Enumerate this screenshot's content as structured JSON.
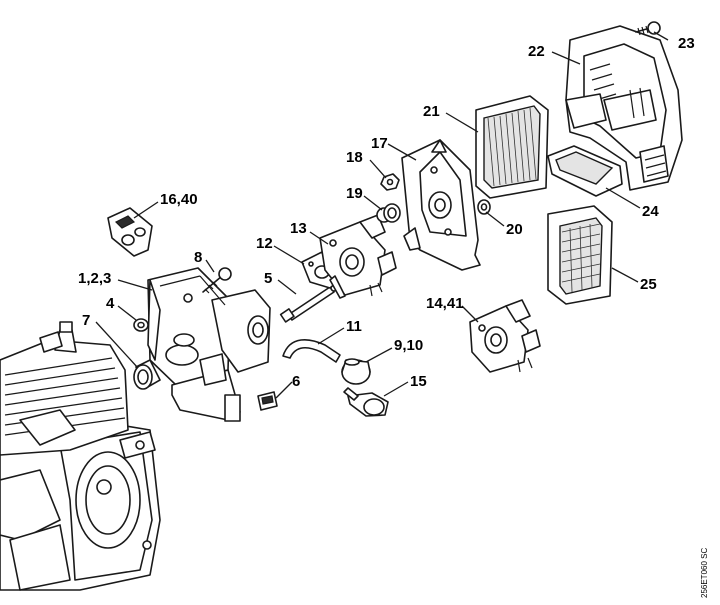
{
  "diagram": {
    "catalog_code": "256ET060 SC",
    "callouts": [
      {
        "id": "c22",
        "label": "22"
      },
      {
        "id": "c23",
        "label": "23"
      },
      {
        "id": "c21",
        "label": "21"
      },
      {
        "id": "c17",
        "label": "17"
      },
      {
        "id": "c18",
        "label": "18"
      },
      {
        "id": "c19",
        "label": "19"
      },
      {
        "id": "c20",
        "label": "20"
      },
      {
        "id": "c24",
        "label": "24"
      },
      {
        "id": "c25",
        "label": "25"
      },
      {
        "id": "c16_40",
        "label": "16,40"
      },
      {
        "id": "c13",
        "label": "13"
      },
      {
        "id": "c12",
        "label": "12"
      },
      {
        "id": "c8",
        "label": "8"
      },
      {
        "id": "c5",
        "label": "5"
      },
      {
        "id": "c1_2_3",
        "label": "1,2,3"
      },
      {
        "id": "c4",
        "label": "4"
      },
      {
        "id": "c7",
        "label": "7"
      },
      {
        "id": "c11",
        "label": "11"
      },
      {
        "id": "c9_10",
        "label": "9,10"
      },
      {
        "id": "c6",
        "label": "6"
      },
      {
        "id": "c15",
        "label": "15"
      },
      {
        "id": "c14_41",
        "label": "14,41"
      }
    ]
  }
}
